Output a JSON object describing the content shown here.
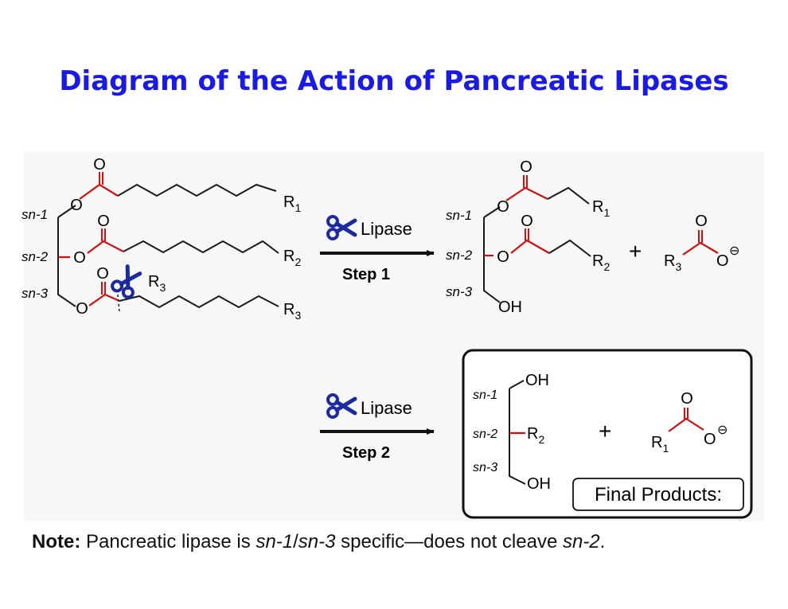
{
  "title": "Diagram of the Action of Pancreatic Lipases",
  "labels": {
    "sn1": "sn-1",
    "sn2": "sn-2",
    "sn3": "sn-3",
    "O": "O",
    "OH": "OH",
    "R": "R",
    "sub1": "1",
    "sub2": "2",
    "sub3": "3",
    "plus": "+",
    "minus": "⊖"
  },
  "steps": {
    "enzyme": "Lipase",
    "step1": "Step 1",
    "step2": "Step 2"
  },
  "final_box": {
    "label": "Final Products:"
  },
  "note": {
    "prefix": "Note:",
    "text_a": " Pancreatic lipase is ",
    "sn1": "sn-1",
    "slash": "/",
    "sn3": "sn-3",
    "text_b": " specific—does not cleave ",
    "sn2": "sn-2",
    "end": "."
  },
  "colors": {
    "title": "#1a1ae6",
    "ester_red": "#d01010",
    "scissors_blue": "#1c2aa0",
    "bond_black": "#1a1a1a"
  }
}
